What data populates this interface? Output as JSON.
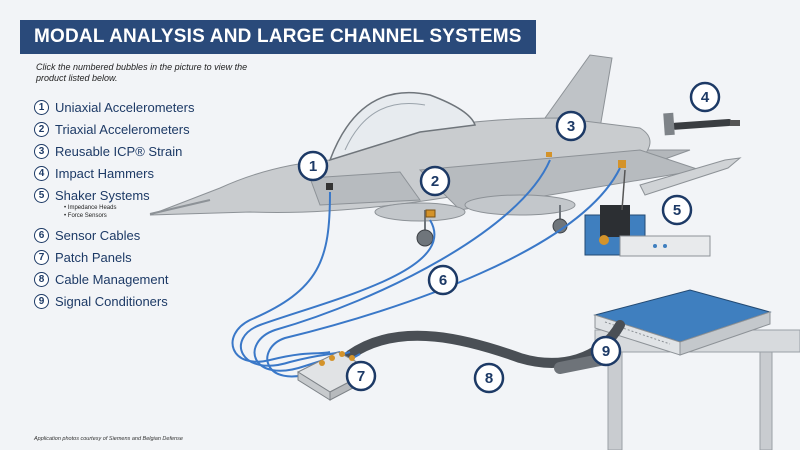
{
  "title": "MODAL ANALYSIS AND LARGE CHANNEL SYSTEMS",
  "instructions": "Click the numbered bubbles in the picture to view the product listed below.",
  "products": [
    {
      "number": "1",
      "label": "Uniaxial Accelerometers"
    },
    {
      "number": "2",
      "label": "Triaxial Accelerometers"
    },
    {
      "number": "3",
      "label": "Reusable ICP® Strain"
    },
    {
      "number": "4",
      "label": "Impact Hammers"
    },
    {
      "number": "5",
      "label": "Shaker Systems",
      "sub": [
        "Impedance Heads",
        "Force Sensors"
      ]
    },
    {
      "number": "6",
      "label": "Sensor Cables"
    },
    {
      "number": "7",
      "label": "Patch Panels"
    },
    {
      "number": "8",
      "label": "Cable Management"
    },
    {
      "number": "9",
      "label": "Signal Conditioners"
    }
  ],
  "bubbles": [
    "1",
    "2",
    "3",
    "4",
    "5",
    "6",
    "7",
    "8",
    "9"
  ],
  "credit": "Application photos courtesy of Siemens and Belgian Defense",
  "colors": {
    "title_bg": "#2a4a7a",
    "accent": "#1d3a66",
    "cable_blue": "#3a78c8",
    "aircraft_gray": "#c9cccf",
    "equipment_blue": "#3f7fbf"
  }
}
